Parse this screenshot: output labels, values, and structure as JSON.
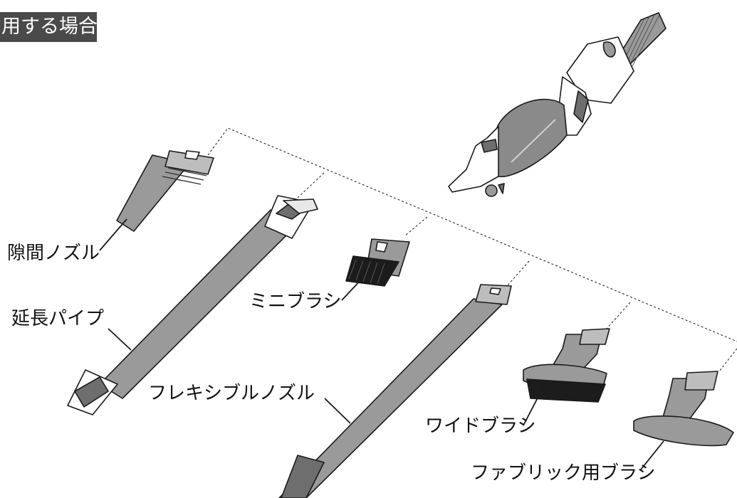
{
  "header": {
    "title": "用する場合"
  },
  "labels": {
    "crevice_nozzle": "隙間ノズル",
    "extension_pipe": "延長パイプ",
    "mini_brush": "ミニブラシ",
    "flexible_nozzle": "フレキシブルノズル",
    "wide_brush": "ワイドブラシ",
    "fabric_brush": "ファブリック用ブラシ"
  },
  "colors": {
    "header_bg": "#4a4a4a",
    "part_gray": "#9a9a9a",
    "part_dark": "#6e6e6e",
    "outline": "#1a1a1a",
    "bristle": "#1c1c1c"
  }
}
